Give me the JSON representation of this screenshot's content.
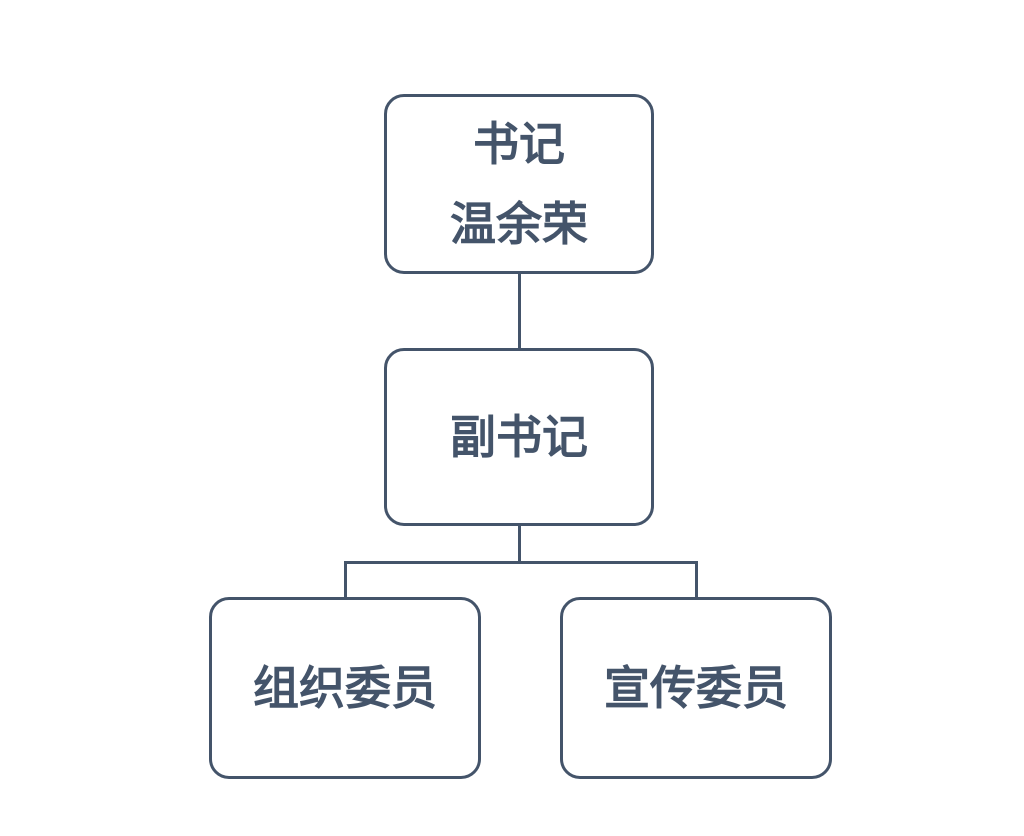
{
  "diagram": {
    "type": "org-chart",
    "background_color": "#ffffff",
    "line_color": "#44546A",
    "text_color": "#44546A",
    "nodes": {
      "secretary": {
        "role": "书记",
        "name": "温余荣"
      },
      "deputy": {
        "role": "副书记"
      },
      "org_committee": {
        "role": "组织委员"
      },
      "publicity_committee": {
        "role": "宣传委员"
      }
    },
    "edges": [
      {
        "from": "secretary",
        "to": "deputy"
      },
      {
        "from": "deputy",
        "to": "org_committee"
      },
      {
        "from": "deputy",
        "to": "publicity_committee"
      }
    ]
  }
}
